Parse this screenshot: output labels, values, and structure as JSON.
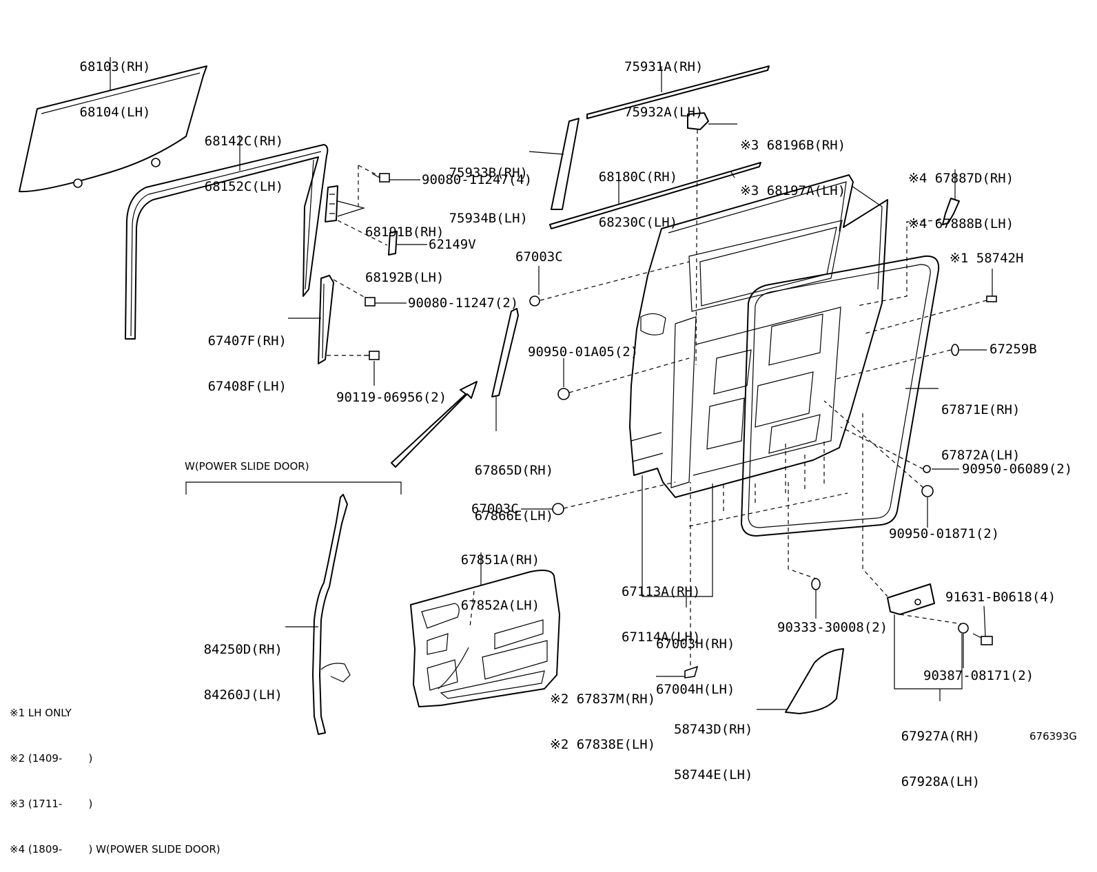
{
  "labels": {
    "glass_rh": "68103(RH)",
    "glass_lh": "68104(LH)",
    "run_rh": "68142C(RH)",
    "run_lh": "68152C(LH)",
    "bolt_a": "90080-11247(4)",
    "cover_rh": "68191B(RH)",
    "cover_lh": "68192B(LH)",
    "p62149": "62149V",
    "chan_rh": "67407F(RH)",
    "chan_lh": "67408F(LH)",
    "bolt_b": "90080-11247(2)",
    "screw_a": "90119-06956(2)",
    "belt_out_rh": "75931A(RH)",
    "belt_out_lh": "75932A(LH)",
    "mold_rh": "75933B(RH)",
    "mold_lh": "75934B(LH)",
    "belt_in_rh": "68180C(RH)",
    "belt_in_lh": "68230C(LH)",
    "stopper_rh": "※3 68196B(RH)",
    "stopper_lh": "※3 68197A(LH)",
    "brkt_rh": "※4 67887D(RH)",
    "brkt_lh": "※4 67888B(LH)",
    "p67003c_top": "67003C",
    "p58742h": "※1 58742H",
    "p67259b": "67259B",
    "plug_a": "90950-01A05(2)",
    "ws_rh": "67871E(RH)",
    "ws_lh": "67872A(LH)",
    "plug_b": "90950-06089(2)",
    "plug_c": "90950-01871(2)",
    "gar_rh": "67865D(RH)",
    "gar_lh": "67866E(LH)",
    "power_slide": "W(POWER SLIDE DOOR)",
    "p67003c_mid": "67003C",
    "pnl_rh": "67851A(RH)",
    "pnl_lh": "67852A(LH)",
    "sash_rh": "67113A(RH)",
    "sash_lh": "67114A(LH)",
    "door_rh": "67003H(RH)",
    "door_lh": "67004H(LH)",
    "clip_a": "90333-30008(2)",
    "cvr_rh": "67927A(RH)",
    "cvr_lh": "67928A(LH)",
    "bolt_c": "91631-B0618(4)",
    "nut_a": "90387-08171(2)",
    "seal_rh": "※2 67837M(RH)",
    "seal_lh": "※2 67838E(LH)",
    "hole_rh": "58743D(RH)",
    "hole_lh": "58744E(LH)",
    "sensor_rh": "84250D(RH)",
    "sensor_lh": "84260J(LH)",
    "fig_code": "676393G"
  },
  "notes": [
    "※1 LH ONLY",
    "※2 (1409-        )",
    "※3 (1711-        )",
    "※4 (1809-        ) W(POWER SLIDE DOOR)"
  ]
}
